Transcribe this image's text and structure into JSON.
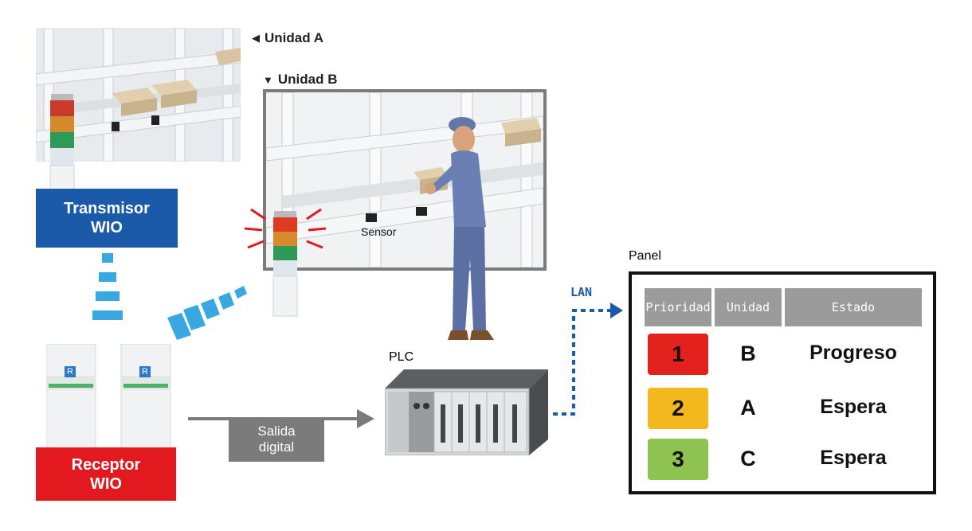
{
  "labels": {
    "unidad_a": "Unidad A",
    "unidad_b": "Unidad B",
    "sensor": "Sensor",
    "plc": "PLC",
    "panel": "Panel",
    "lan": "LAN"
  },
  "transmisor": {
    "line1": "Transmisor",
    "line2": "WIO"
  },
  "receptor": {
    "line1": "Receptor",
    "line2": "WIO"
  },
  "salida": {
    "line1": "Salida",
    "line2": "digital"
  },
  "badge": "R",
  "table": {
    "headers": [
      "Prioridad",
      "Unidad",
      "Estado"
    ],
    "rows": [
      {
        "priority": "1",
        "unit": "B",
        "status": "Progreso",
        "color": "#e3211c"
      },
      {
        "priority": "2",
        "unit": "A",
        "status": "Espera",
        "color": "#f2b81e"
      },
      {
        "priority": "3",
        "unit": "C",
        "status": "Espera",
        "color": "#8dc451"
      }
    ]
  },
  "colors": {
    "transmisor": "#1a5aa8",
    "receptor": "#e2191f",
    "wave": "#3aa8e0",
    "lan": "#1a5aa8",
    "salida": "#7b7b7b"
  }
}
